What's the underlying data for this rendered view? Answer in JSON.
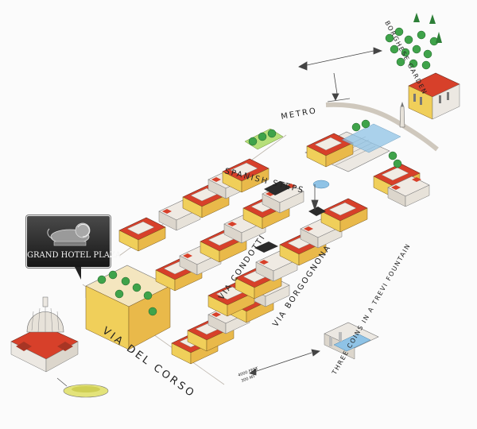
{
  "hotel_marker": {
    "name": "GRAND HOTEL PLAZA",
    "logo_icon": "lion-logo-icon"
  },
  "labels": {
    "via_del_corso": "VIA DEL CORSO",
    "via_condotti": "VIA CONDOTTI",
    "via_borgognona": "VIA BORGOGNONA",
    "spanish_steps": "SPANISH STEPS",
    "metro": "METRO",
    "borghese_garden": "BORGHESE GARDEN",
    "trevi_fountain": "THREE COINS IN A TREVI FOUNTAIN",
    "distance_line1": "4000 FEET",
    "distance_line2": "300 MT"
  },
  "colors": {
    "roof_red": "#d7402a",
    "wall_yellow": "#f0cf5a",
    "wall_light": "#ece8e2",
    "wall_cream": "#f4e6bf",
    "tree_green": "#3fa34a",
    "dark_roof": "#2b2b2b",
    "water_blue": "#8fc3e6"
  }
}
